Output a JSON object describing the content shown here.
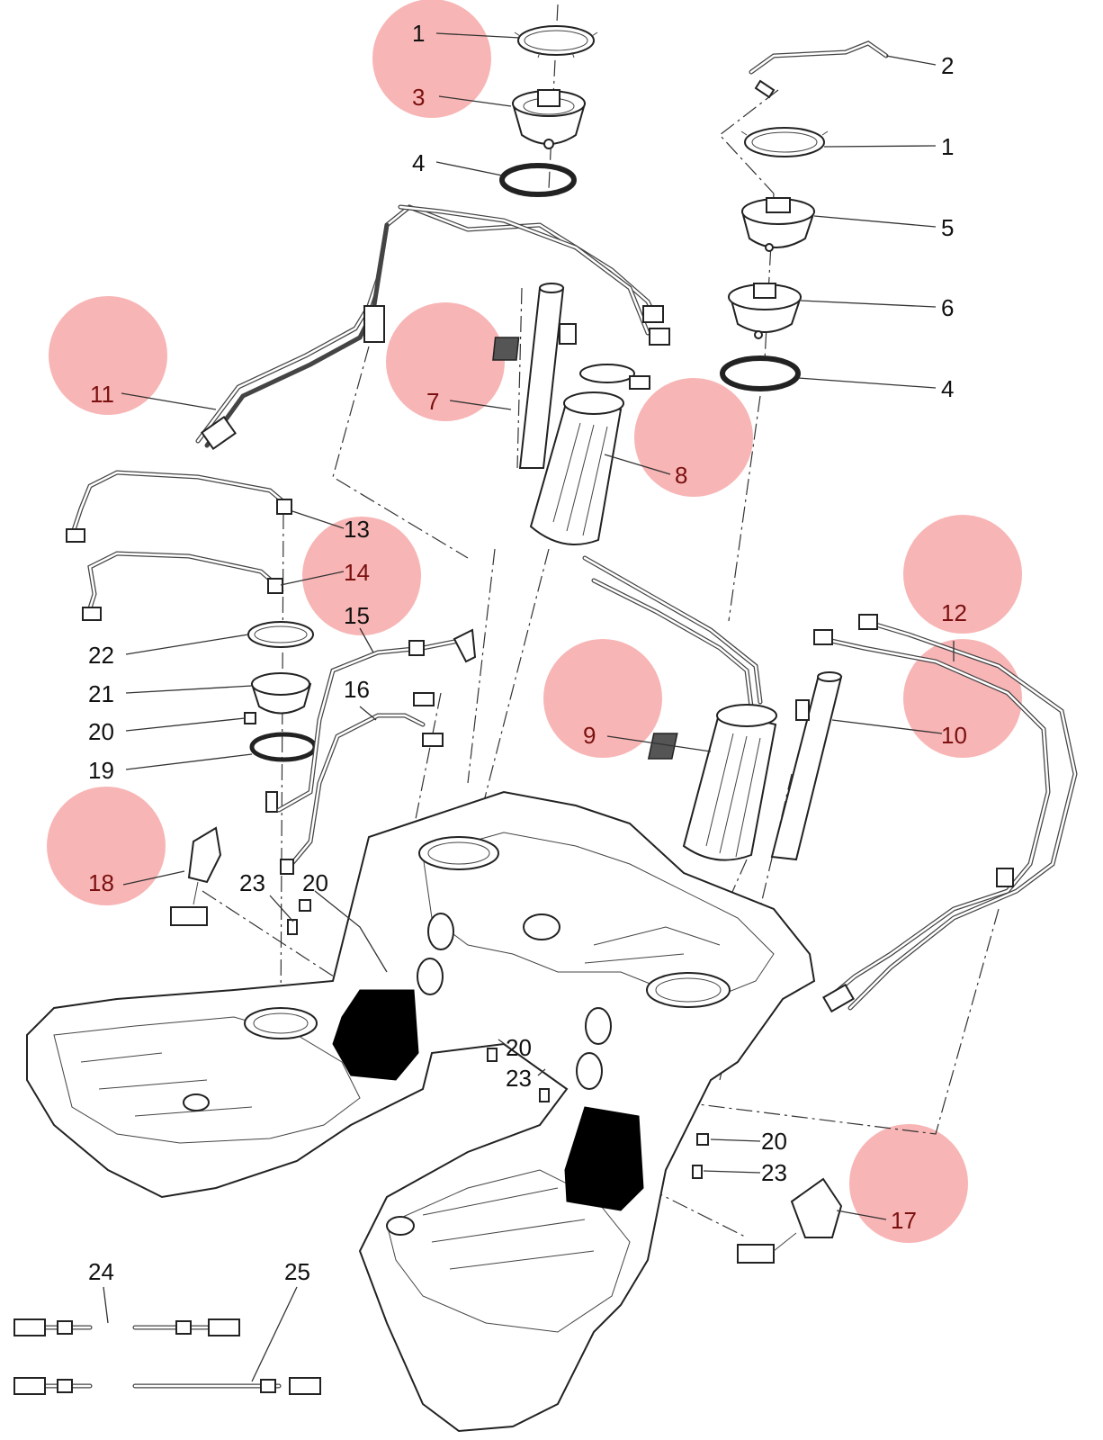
{
  "diagram": {
    "highlight_color": "#f7a8a8",
    "callouts": [
      {
        "id": "c1a",
        "text": "1",
        "highlighted": true
      },
      {
        "id": "c3",
        "text": "3",
        "highlighted": true
      },
      {
        "id": "c4a",
        "text": "4",
        "highlighted": false
      },
      {
        "id": "c2",
        "text": "2",
        "highlighted": false
      },
      {
        "id": "c1b",
        "text": "1",
        "highlighted": false
      },
      {
        "id": "c5",
        "text": "5",
        "highlighted": false
      },
      {
        "id": "c6",
        "text": "6",
        "highlighted": false
      },
      {
        "id": "c4b",
        "text": "4",
        "highlighted": false
      },
      {
        "id": "c11",
        "text": "11",
        "highlighted": true
      },
      {
        "id": "c7",
        "text": "7",
        "highlighted": true
      },
      {
        "id": "c8",
        "text": "8",
        "highlighted": true
      },
      {
        "id": "c13",
        "text": "13",
        "highlighted": false
      },
      {
        "id": "c14",
        "text": "14",
        "highlighted": true
      },
      {
        "id": "c15",
        "text": "15",
        "highlighted": false
      },
      {
        "id": "c12",
        "text": "12",
        "highlighted": true
      },
      {
        "id": "c22",
        "text": "22",
        "highlighted": false
      },
      {
        "id": "c21",
        "text": "21",
        "highlighted": false
      },
      {
        "id": "c16",
        "text": "16",
        "highlighted": false
      },
      {
        "id": "c9",
        "text": "9",
        "highlighted": true
      },
      {
        "id": "c10",
        "text": "10",
        "highlighted": true
      },
      {
        "id": "c20a",
        "text": "20",
        "highlighted": false
      },
      {
        "id": "c19",
        "text": "19",
        "highlighted": false
      },
      {
        "id": "c18",
        "text": "18",
        "highlighted": true
      },
      {
        "id": "c23a",
        "text": "23",
        "highlighted": false
      },
      {
        "id": "c20b",
        "text": "20",
        "highlighted": false
      },
      {
        "id": "c20c",
        "text": "20",
        "highlighted": false
      },
      {
        "id": "c23b",
        "text": "23",
        "highlighted": false
      },
      {
        "id": "c20d",
        "text": "20",
        "highlighted": false
      },
      {
        "id": "c23c",
        "text": "23",
        "highlighted": false
      },
      {
        "id": "c17",
        "text": "17",
        "highlighted": true
      },
      {
        "id": "c24",
        "text": "24",
        "highlighted": false
      },
      {
        "id": "c25",
        "text": "25",
        "highlighted": false
      }
    ]
  }
}
